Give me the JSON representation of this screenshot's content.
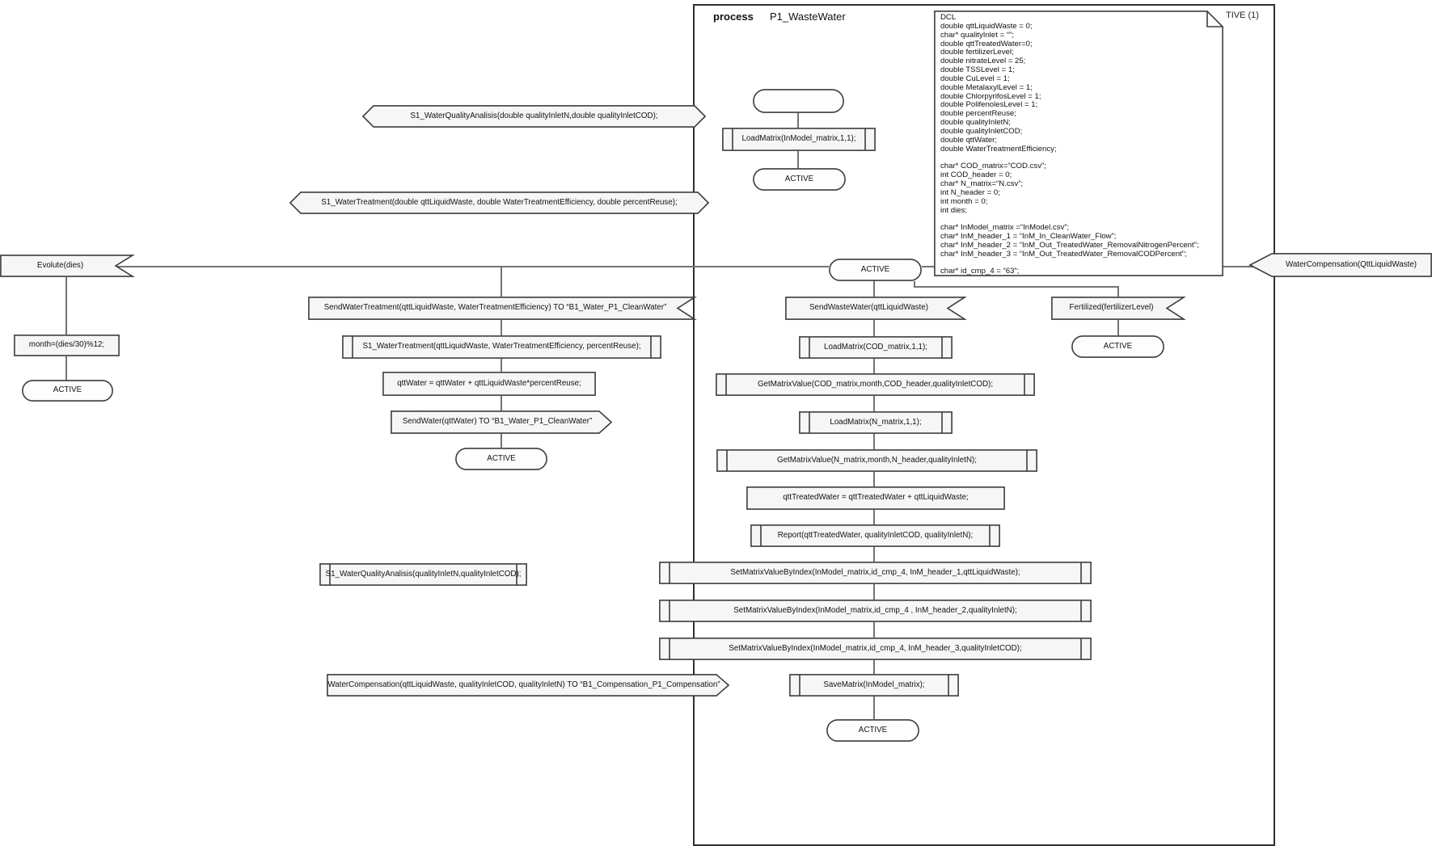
{
  "header": {
    "keyword": "process",
    "name": "P1_WasteWater",
    "page_label": "TIVE (1)"
  },
  "dcl": {
    "text": "DCL\ndouble qttLiquidWaste = 0;\nchar* qualityInlet = “”;\ndouble qttTreatedWater=0;\ndouble fertilizerLevel;\ndouble nitrateLevel = 25;\ndouble TSSLevel = 1;\ndouble CuLevel = 1;\ndouble MetalaxylLevel = 1;\ndouble ChlorpyrifosLevel = 1;\ndouble PolifenolesLevel = 1;\ndouble percentReuse;\ndouble qualityInletN;\ndouble qualityInletCOD;\ndouble qttWater;\ndouble WaterTreatmentEfficiency;\n\nchar* COD_matrix=“COD.csv”;\nint COD_header = 0;\nchar* N_matrix=“N.csv”;\nint N_header = 0;\nint month = 0;\nint dies;\n\nchar* InModel_matrix =“InModel.csv”;\nchar* InM_header_1 = “InM_In_CleanWater_Flow”;\nchar* InM_header_2 = “InM_Out_TreatedWater_RemovalNitrogenPercent”;\nchar* InM_header_3 = “InM_Out_TreatedWater_RemovalCODPercent”;\n\nchar* id_cmp_4 = “63”;"
  },
  "nodes": {
    "sig_s1_wqa_decl": "S1_WaterQualityAnalisis(double qualityInletN,double qualityInletCOD);",
    "sig_s1_wt_decl": "S1_WaterTreatment(double qttLiquidWaste, double WaterTreatmentEfficiency, double percentReuse);",
    "proc_load_inmodel": "LoadMatrix(InModel_matrix,1,1);",
    "state_active_top": "ACTIVE",
    "sig_evolute": "Evolute(dies)",
    "task_month": "month=(dies/30)%12;",
    "state_active_evolute": "ACTIVE",
    "state_active_main": "ACTIVE",
    "sig_send_water_treatment": "SendWaterTreatment(qttLiquidWaste, WaterTreatmentEfficiency) TO “B1_Water_P1_CleanWater”",
    "proc_s1_wt_call": "S1_WaterTreatment(qttLiquidWaste, WaterTreatmentEfficiency, percentReuse);",
    "task_qttwater": "qttWater = qttWater + qttLiquidWaste*percentReuse;",
    "sig_sendwater_out": "SendWater(qttWater) TO “B1_Water_P1_CleanWater”",
    "state_active_sendwater": "ACTIVE",
    "sig_sendwastewater": "SendWasteWater(qttLiquidWaste)",
    "proc_load_cod": "LoadMatrix(COD_matrix,1,1);",
    "proc_get_cod": "GetMatrixValue(COD_matrix,month,COD_header,qualityInletCOD);",
    "proc_load_n": "LoadMatrix(N_matrix,1,1);",
    "proc_get_n": "GetMatrixValue(N_matrix,month,N_header,qualityInletN);",
    "task_qtttreated": "qttTreatedWater = qttTreatedWater + qttLiquidWaste;",
    "proc_report": "Report(qttTreatedWater, qualityInletCOD, qualityInletN);",
    "proc_set_1": "SetMatrixValueByIndex(InModel_matrix,id_cmp_4, InM_header_1,qttLiquidWaste);",
    "proc_set_2": "SetMatrixValueByIndex(InModel_matrix,id_cmp_4 , InM_header_2,qualityInletN);",
    "proc_set_3": "SetMatrixValueByIndex(InModel_matrix,id_cmp_4, InM_header_3,qualityInletCOD);",
    "proc_s1_wqa_call": "S1_WaterQualityAnalisis(qualityInletN,qualityInletCOD);",
    "sig_watercomp_out": "WaterCompensation(qttLiquidWaste, qualityInletCOD, qualityInletN) TO “B1_Compensation_P1_Compensation”",
    "proc_save_matrix": "SaveMatrix(InModel_matrix);",
    "state_active_bottom": "ACTIVE",
    "sig_fertilized": "Fertilized(fertilizerLevel)",
    "state_active_fertilized": "ACTIVE",
    "sig_watercomp_right": "WaterCompensation(QttLiquidWaste)"
  }
}
